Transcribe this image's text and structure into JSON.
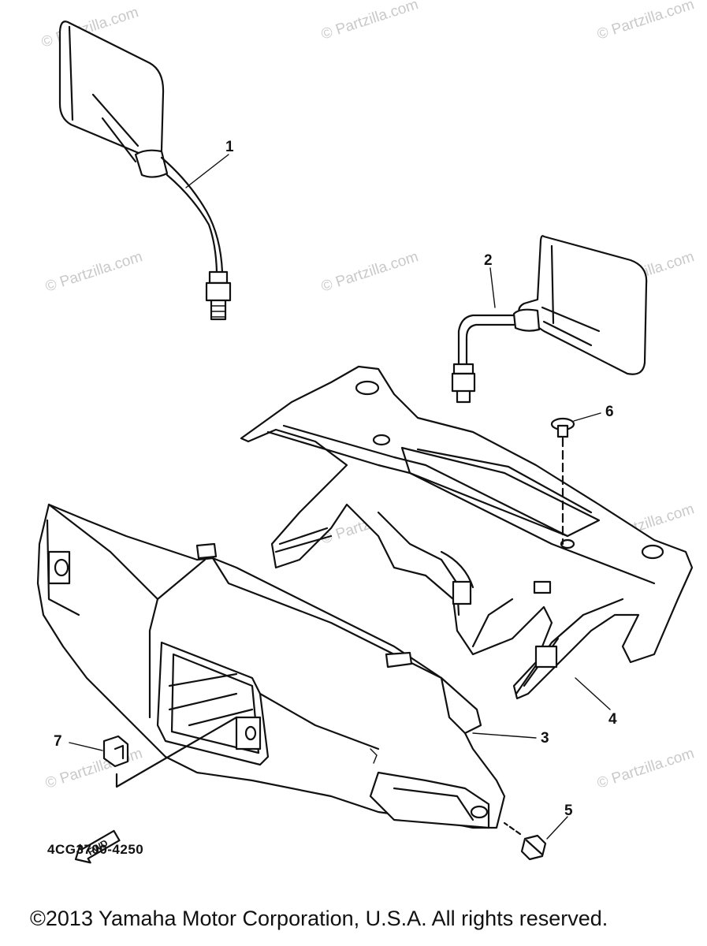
{
  "watermark": "© Partzilla.com",
  "callouts": {
    "p1": "1",
    "p2": "2",
    "p3": "3",
    "p4": "4",
    "p5": "5",
    "p6": "6",
    "p7": "7"
  },
  "fwd_label": "FWD",
  "part_code": "4CG3700-4250",
  "copyright": "©2013 Yamaha Motor Corporation, U.S.A. All rights reserved."
}
